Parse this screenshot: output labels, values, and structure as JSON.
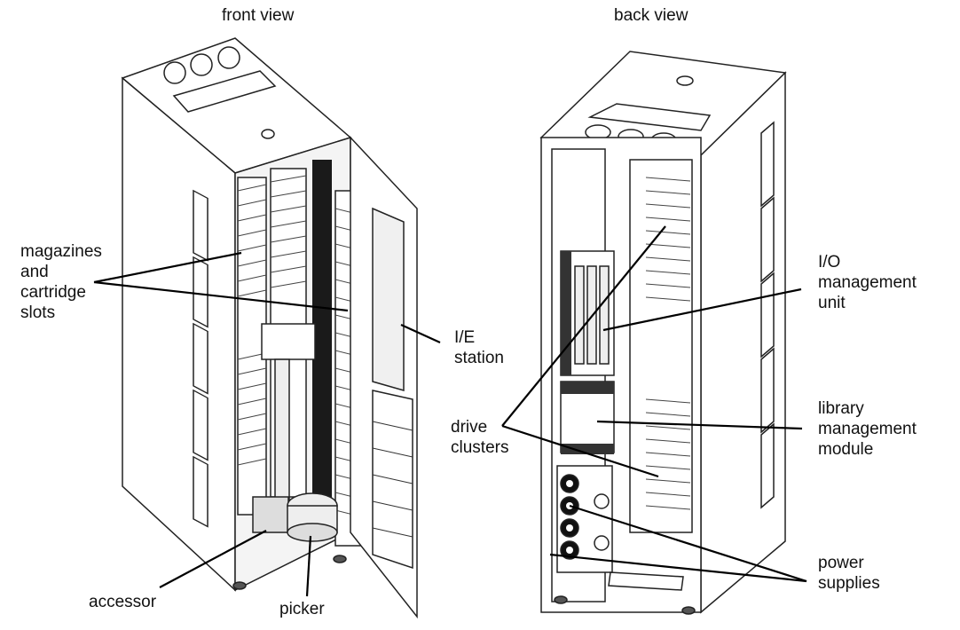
{
  "views": {
    "front": {
      "title": "front view"
    },
    "back": {
      "title": "back view"
    }
  },
  "callouts": {
    "magazines": {
      "lines": [
        "magazines",
        "and",
        "cartridge",
        "slots"
      ]
    },
    "ie_station": {
      "lines": [
        "I/E",
        "station"
      ]
    },
    "accessor": {
      "lines": [
        "accessor"
      ]
    },
    "picker": {
      "lines": [
        "picker"
      ]
    },
    "io_management": {
      "lines": [
        "I/O",
        "management",
        "unit"
      ]
    },
    "drive_clusters": {
      "lines": [
        "drive",
        "clusters"
      ]
    },
    "library_management": {
      "lines": [
        "library",
        "management",
        "module"
      ]
    },
    "power_supplies": {
      "lines": [
        "power",
        "supplies"
      ]
    }
  },
  "colors": {
    "ink": "#111111",
    "line": "#222222",
    "fill_light": "#ffffff",
    "fill_shade": "#e8e8e8",
    "fill_dark": "#1a1a1a"
  }
}
